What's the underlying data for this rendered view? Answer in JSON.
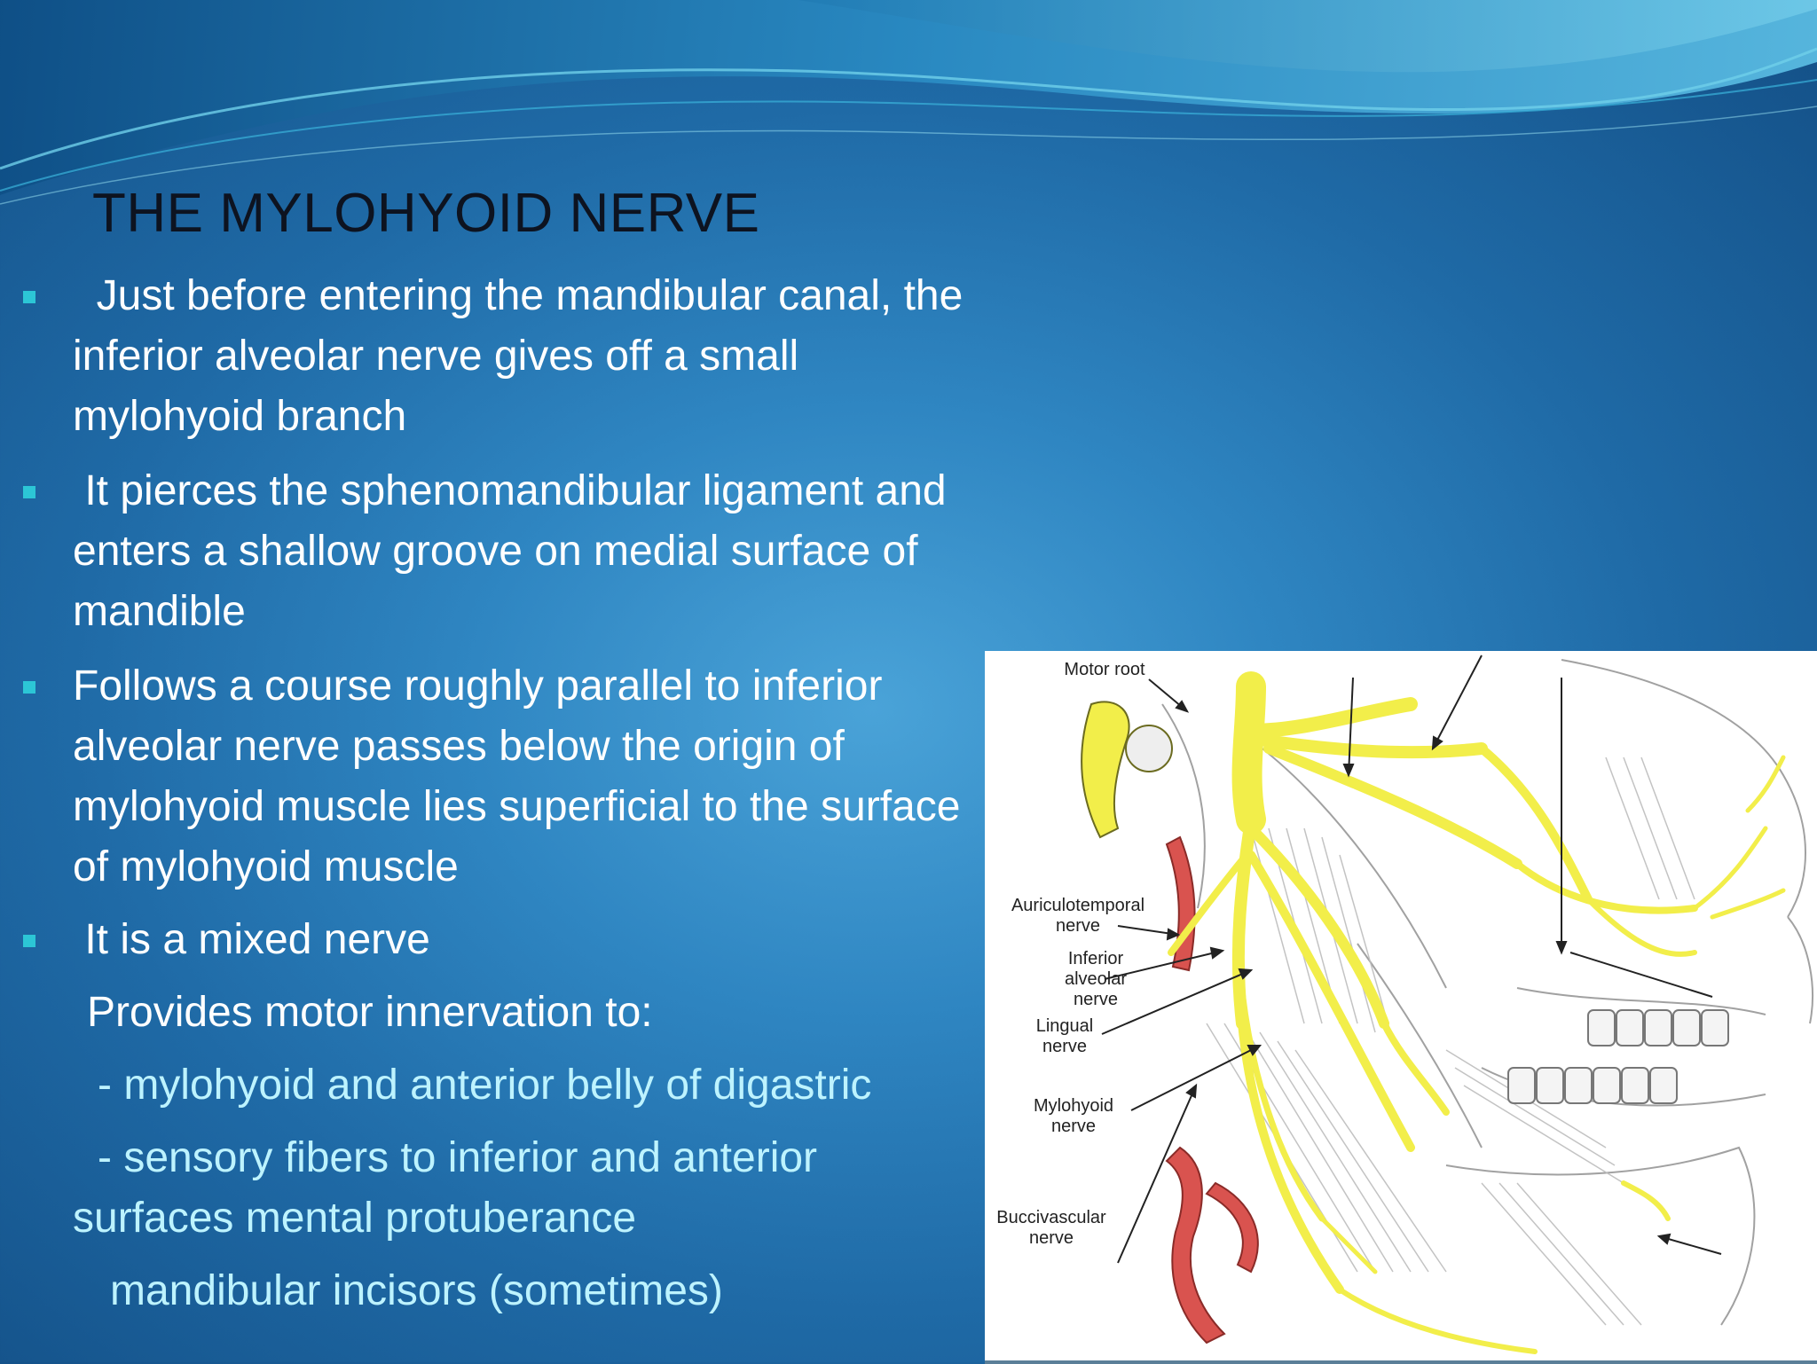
{
  "slide": {
    "title": "THE MYLOHYOID NERVE",
    "bullets": [
      "  Just before entering the mandibular canal, the inferior alveolar nerve gives off a small mylohyoid branch",
      " It pierces the sphenomandibular ligament and enters a shallow groove on medial surface of mandible",
      "Follows a course roughly parallel to inferior alveolar nerve passes below the origin of mylohyoid muscle lies superficial to the surface of mylohyoid muscle",
      " It is a mixed nerve"
    ],
    "motor_line": "Provides motor innervation to:",
    "sub_items": [
      "- mylohyoid and anterior belly of digastric",
      "- sensory fibers to inferior and anterior surfaces mental protuberance",
      "mandibular incisors (sometimes)"
    ]
  },
  "figure": {
    "labels": {
      "motor_root": "Motor root",
      "auriculotemporal_1": "Auriculotemporal",
      "auriculotemporal_2": "nerve",
      "inferior_alveolar_1": "Inferior",
      "inferior_alveolar_2": "alveolar",
      "inferior_alveolar_3": "nerve",
      "lingual_1": "Lingual",
      "lingual_2": "nerve",
      "mylohyoid_1": "Mylohyoid",
      "mylohyoid_2": "nerve",
      "buccivascular_1": "Buccivascular",
      "buccivascular_2": "nerve"
    }
  },
  "colors": {
    "bullet_marker": "#2cc6d6",
    "title_text": "#0d1320",
    "sub_text": "#bdf3ff",
    "nerve_yellow": "#f2ee4a",
    "artery_red": "#d9534f"
  }
}
